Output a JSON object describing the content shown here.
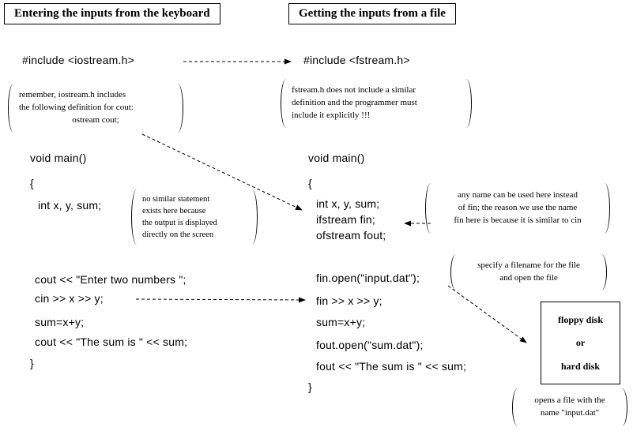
{
  "colors": {
    "ink": "#000000",
    "background": "#ffffff"
  },
  "titles": {
    "left": "Entering the inputs from the keyboard",
    "right": "Getting the inputs from a file"
  },
  "left_code": {
    "include": "#include <iostream.h>",
    "void_main": "void main()",
    "open_brace": "{",
    "decl": "int x, y, sum;",
    "cout_prompt": "cout << \"Enter two numbers \";",
    "cin_line": "cin >> x >> y;",
    "sum_line": "sum=x+y;",
    "cout_sum": "cout << \"The sum is \" << sum;",
    "close_brace": "}"
  },
  "right_code": {
    "include": "#include <fstream.h>",
    "void_main": "void main()",
    "open_brace": "{",
    "decl": "int x, y, sum;",
    "ifstream_line": "ifstream fin;",
    "ofstream_line": "ofstream fout;",
    "fin_open": "fin.open(\"input.dat\");",
    "fin_read": "fin >> x >> y;",
    "sum_line": "sum=x+y;",
    "fout_open": "fout.open(\"sum.dat\");",
    "fout_write": "fout << \"The sum is \" << sum;",
    "close_brace": "}"
  },
  "notes": {
    "iostream": {
      "lines": [
        "remember, iostream.h includes",
        "the following definition for cout:",
        "ostream cout;"
      ]
    },
    "no_output": {
      "lines": [
        "no similar statement",
        "exists here because",
        "the output is displayed",
        "directly on the screen"
      ]
    },
    "fstream": {
      "lines": [
        "fstream.h does not include a similar",
        "definition and the programmer must",
        "include it explicitly !!!"
      ]
    },
    "fin_name": {
      "lines": [
        "any name can be used here instead",
        "of fin; the reason we use the name",
        "fin here is because it is similar to cin"
      ]
    },
    "open_file": {
      "lines": [
        "specify a filename for the file",
        "and open the file"
      ]
    },
    "opens_input": {
      "lines": [
        "opens a file with the",
        "name \"input.dat\""
      ]
    }
  },
  "disk_box": {
    "lines": [
      "floppy disk",
      "or",
      "hard disk"
    ]
  }
}
